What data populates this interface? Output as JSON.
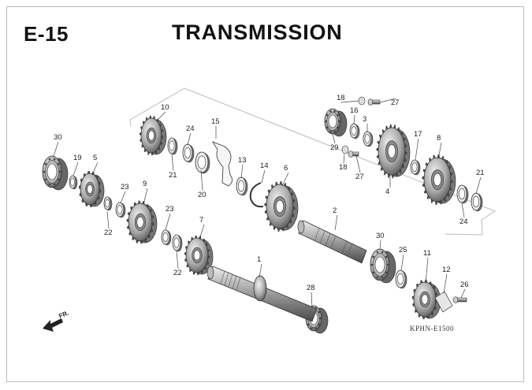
{
  "header": {
    "section_code": "E-15",
    "title": "TRANSMISSION"
  },
  "diagram": {
    "direction_label": "FR.",
    "reference_code": "KPHN-E1500",
    "part_numbers": [
      "1",
      "2",
      "3",
      "4",
      "5",
      "6",
      "7",
      "8",
      "9",
      "10",
      "11",
      "12",
      "13",
      "14",
      "15",
      "16",
      "17",
      "18",
      "19",
      "20",
      "21",
      "22",
      "23",
      "24",
      "25",
      "26",
      "27",
      "28",
      "29",
      "30"
    ]
  }
}
